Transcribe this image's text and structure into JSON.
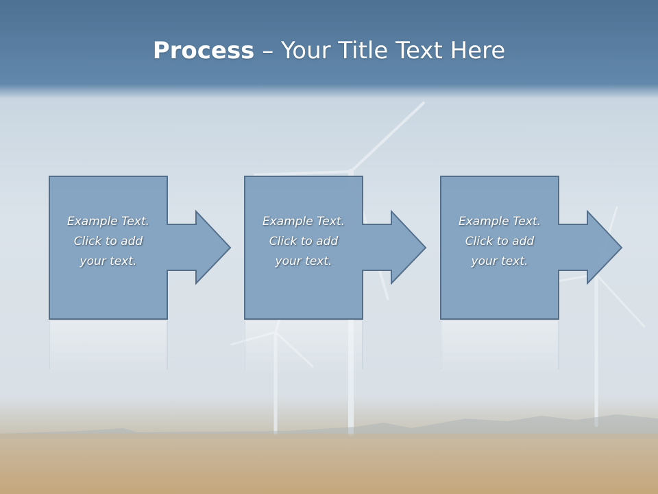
{
  "title": {
    "bold": "Process",
    "rest": " – Your Title Text Here"
  },
  "steps": [
    {
      "text": "Example Text.\nClick  to add\nyour text."
    },
    {
      "text": "Example Text.\nClick  to add\nyour text."
    },
    {
      "text": "Example Text.\nClick  to add\nyour text."
    }
  ],
  "colors": {
    "header": "#5f86a8",
    "box_fill": "#7fa0bf",
    "box_border": "#4a6682",
    "text": "#ffffff"
  }
}
